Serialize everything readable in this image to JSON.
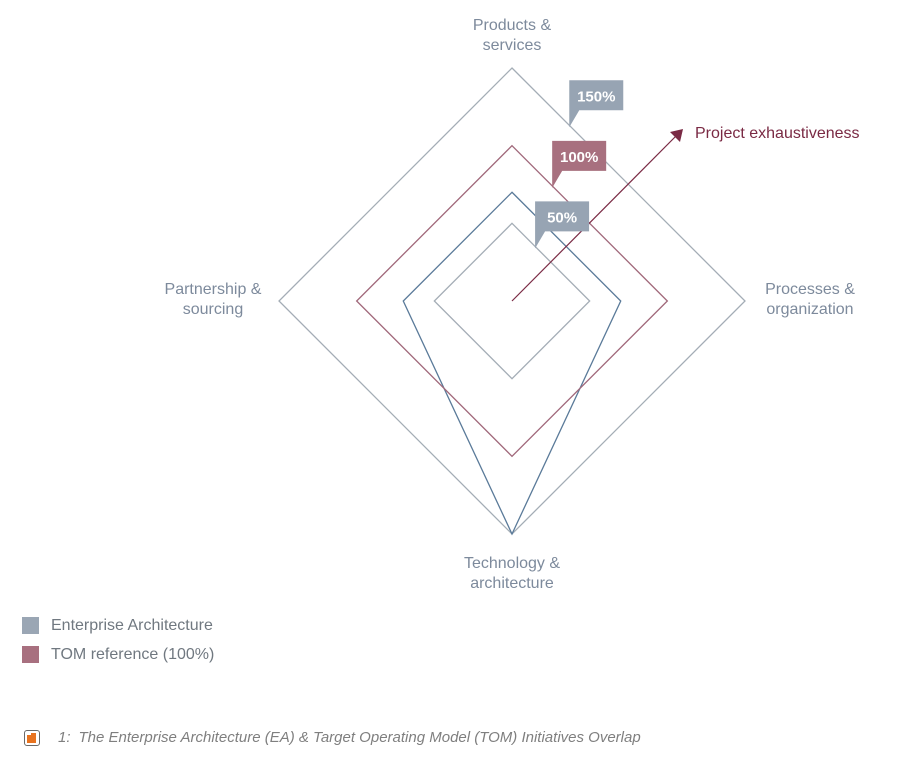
{
  "chart_data": {
    "type": "radar",
    "axes": [
      {
        "id": "top",
        "label_lines": [
          "Products &",
          "services"
        ]
      },
      {
        "id": "right",
        "label_lines": [
          "Processes &",
          "organization"
        ]
      },
      {
        "id": "bottom",
        "label_lines": [
          "Technology &",
          "architecture"
        ]
      },
      {
        "id": "left",
        "label_lines": [
          "Partnership &",
          "sourcing"
        ]
      }
    ],
    "levels": [
      {
        "label": "50%",
        "value": 50,
        "color": "#97a4b3"
      },
      {
        "label": "100%",
        "value": 100,
        "color": "#a8707f"
      },
      {
        "label": "150%",
        "value": 150,
        "color": "#97a4b3"
      }
    ],
    "series": [
      {
        "name": "Enterprise Architecture",
        "color": "#5a7a99",
        "swatch": "#9aa6b4",
        "values": {
          "top": 70,
          "right": 70,
          "bottom": 150,
          "left": 70
        }
      },
      {
        "name": "TOM reference (100%)",
        "color": "#a0687a",
        "swatch": "#a8707f",
        "values": {
          "top": 100,
          "right": 100,
          "bottom": 100,
          "left": 100
        }
      }
    ],
    "arrow": {
      "label": "Project exhaustiveness",
      "color": "#7a2a44"
    }
  },
  "caption": {
    "number": "1:",
    "text": "The Enterprise Architecture (EA) & Target Operating Model (TOM) Initiatives Overlap"
  }
}
